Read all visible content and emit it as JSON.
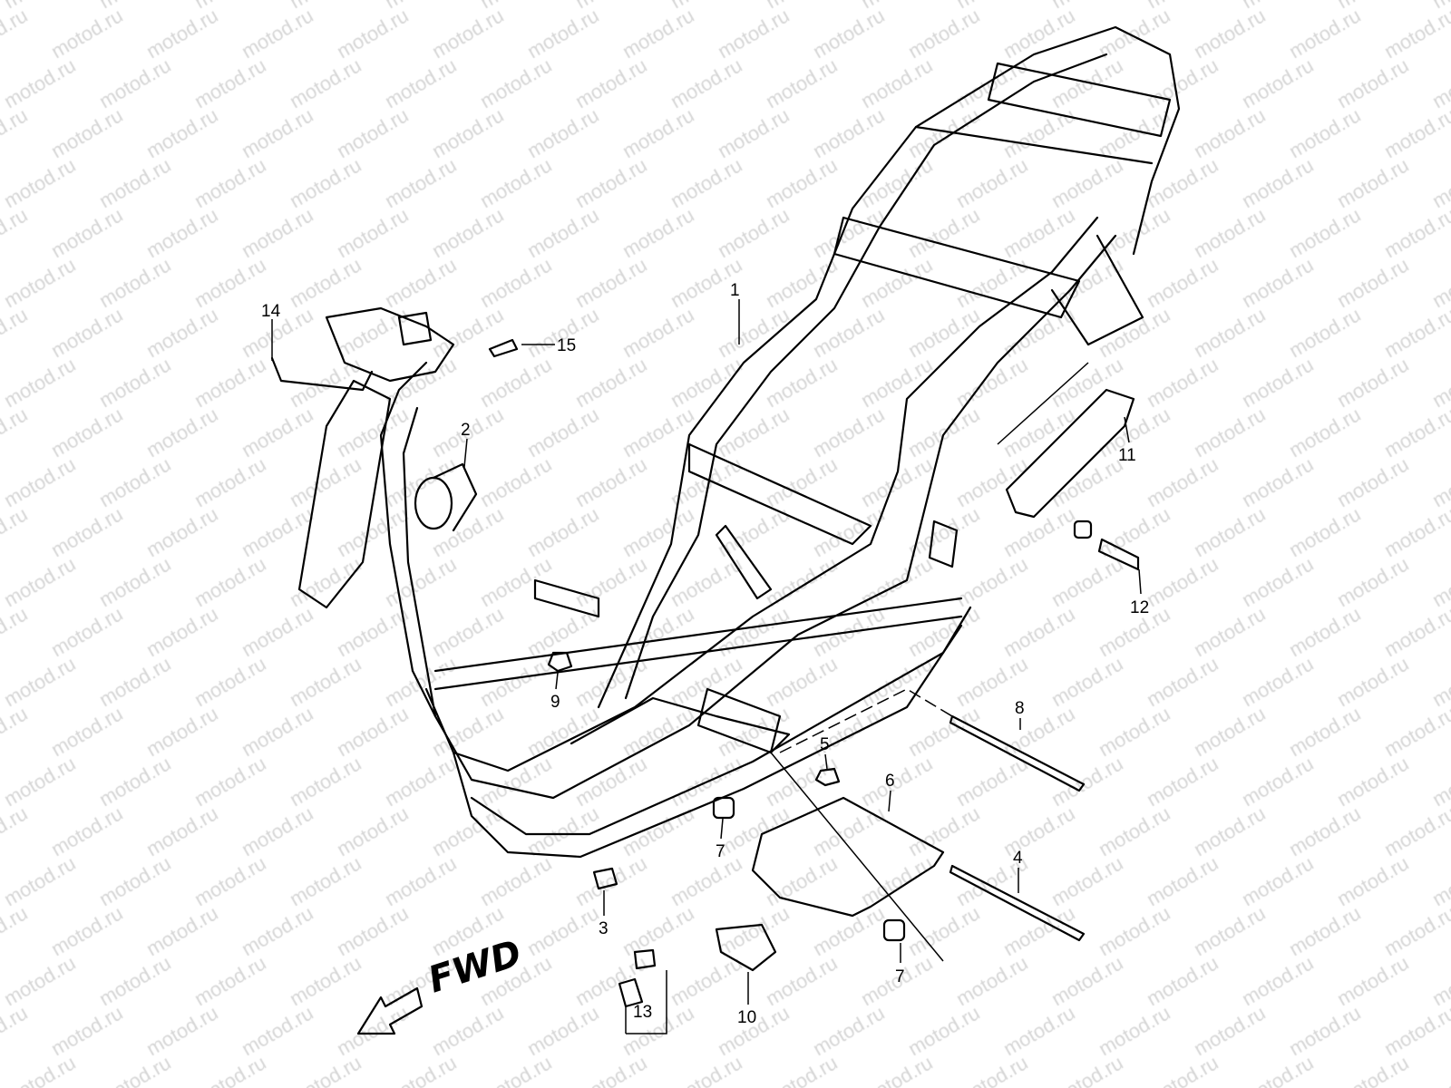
{
  "watermark": "motod.ru",
  "direction_label": "FWD",
  "callouts": [
    {
      "id": "1",
      "label": "1"
    },
    {
      "id": "2",
      "label": "2"
    },
    {
      "id": "3",
      "label": "3"
    },
    {
      "id": "4",
      "label": "4"
    },
    {
      "id": "5",
      "label": "5"
    },
    {
      "id": "6",
      "label": "6"
    },
    {
      "id": "7a",
      "label": "7"
    },
    {
      "id": "7b",
      "label": "7"
    },
    {
      "id": "8",
      "label": "8"
    },
    {
      "id": "9",
      "label": "9"
    },
    {
      "id": "10",
      "label": "10"
    },
    {
      "id": "11",
      "label": "11"
    },
    {
      "id": "12",
      "label": "12"
    },
    {
      "id": "13",
      "label": "13"
    },
    {
      "id": "14",
      "label": "14"
    },
    {
      "id": "15",
      "label": "15"
    }
  ]
}
